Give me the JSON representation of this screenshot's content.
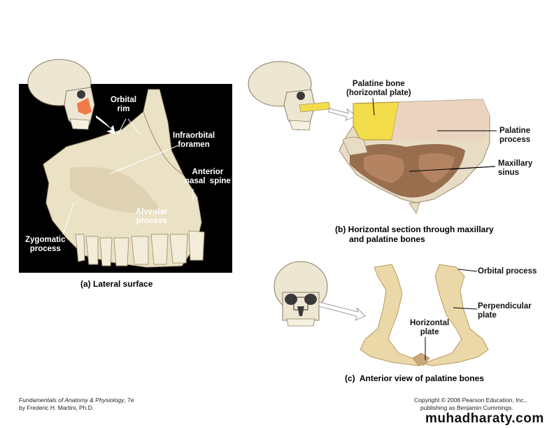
{
  "panel_a": {
    "labels": {
      "orbital_rim": "Orbital\nrim",
      "infraorbital_foramen": "Infraorbital\nforamen",
      "anterior_nasal_spine": "Anterior\nnasal  spine",
      "alveolar_process": "Alveolar\nprocess",
      "zygomatic_process": "Zygomatic\nprocess"
    },
    "caption": "(a) Lateral surface"
  },
  "panel_b": {
    "labels": {
      "palatine_bone": "Palatine bone\n(horizontal plate)",
      "palatine_process": "Palatine\nprocess",
      "maxillary_sinus": "Maxillary\nsinus"
    },
    "caption": "(b) Horizontal section through maxillary\n      and palatine bones"
  },
  "panel_c": {
    "labels": {
      "orbital_process": "Orbital process",
      "perpendicular_plate": "Perpendicular\nplate",
      "horizontal_plate": "Horizontal\nplate"
    },
    "caption": "(c)  Anterior view of palatine bones"
  },
  "footer": {
    "book_title": "Fundamentals of Anatomy & Physiology",
    "edition": ", 7e",
    "author": "by Frederic H. Martini, Ph.D.",
    "copyright": "Copyright © 2006 Pearson Education, Inc.,",
    "publisher": "publishing as Benjamin Cummings."
  },
  "watermark": "muhadharaty.com",
  "colors": {
    "bone": "#ece3c8",
    "bone_shadow": "#c9b98e",
    "palatine_yellow": "#f3dc4a",
    "maxilla_highlight": "#f07a4a",
    "sinus_brown": "#8a5a3a",
    "panel_background": "#000000"
  }
}
